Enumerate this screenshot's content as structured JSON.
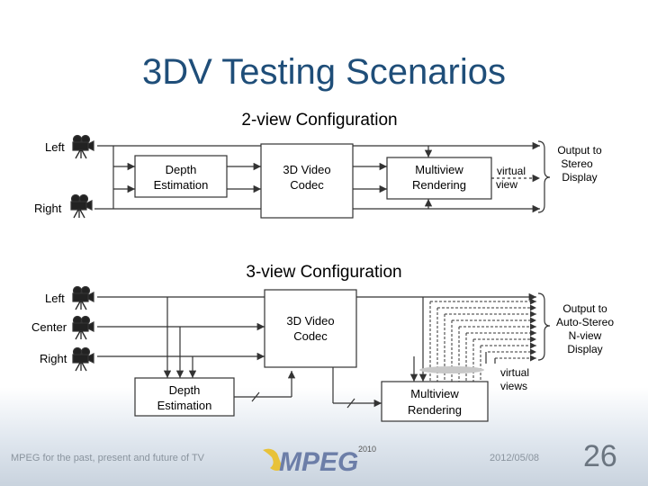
{
  "title": "3DV Testing Scenarios",
  "config2": {
    "heading": "2-view Configuration",
    "inputs": [
      "Left",
      "Right"
    ],
    "depth_box": "Depth Estimation",
    "codec_box": "3D Video Codec",
    "render_box": "Multiview Rendering",
    "virtual_label": "virtual view",
    "output_label": "Output to Stereo Display"
  },
  "config3": {
    "heading": "3-view Configuration",
    "inputs": [
      "Left",
      "Center",
      "Right"
    ],
    "depth_box": "Depth Estimation",
    "codec_box": "3D Video Codec",
    "render_box": "Multiview Rendering",
    "virtual_label": "virtual views",
    "output_label": "Output to Auto-Stereo N-view Display"
  },
  "footer": {
    "tagline": "MPEG for the past, present and future of TV",
    "logo_text": "MPEG",
    "date": "2012/05/08",
    "page_number": "26"
  },
  "colors": {
    "title": "#1f4e79",
    "footer_text": "#8a949e"
  }
}
